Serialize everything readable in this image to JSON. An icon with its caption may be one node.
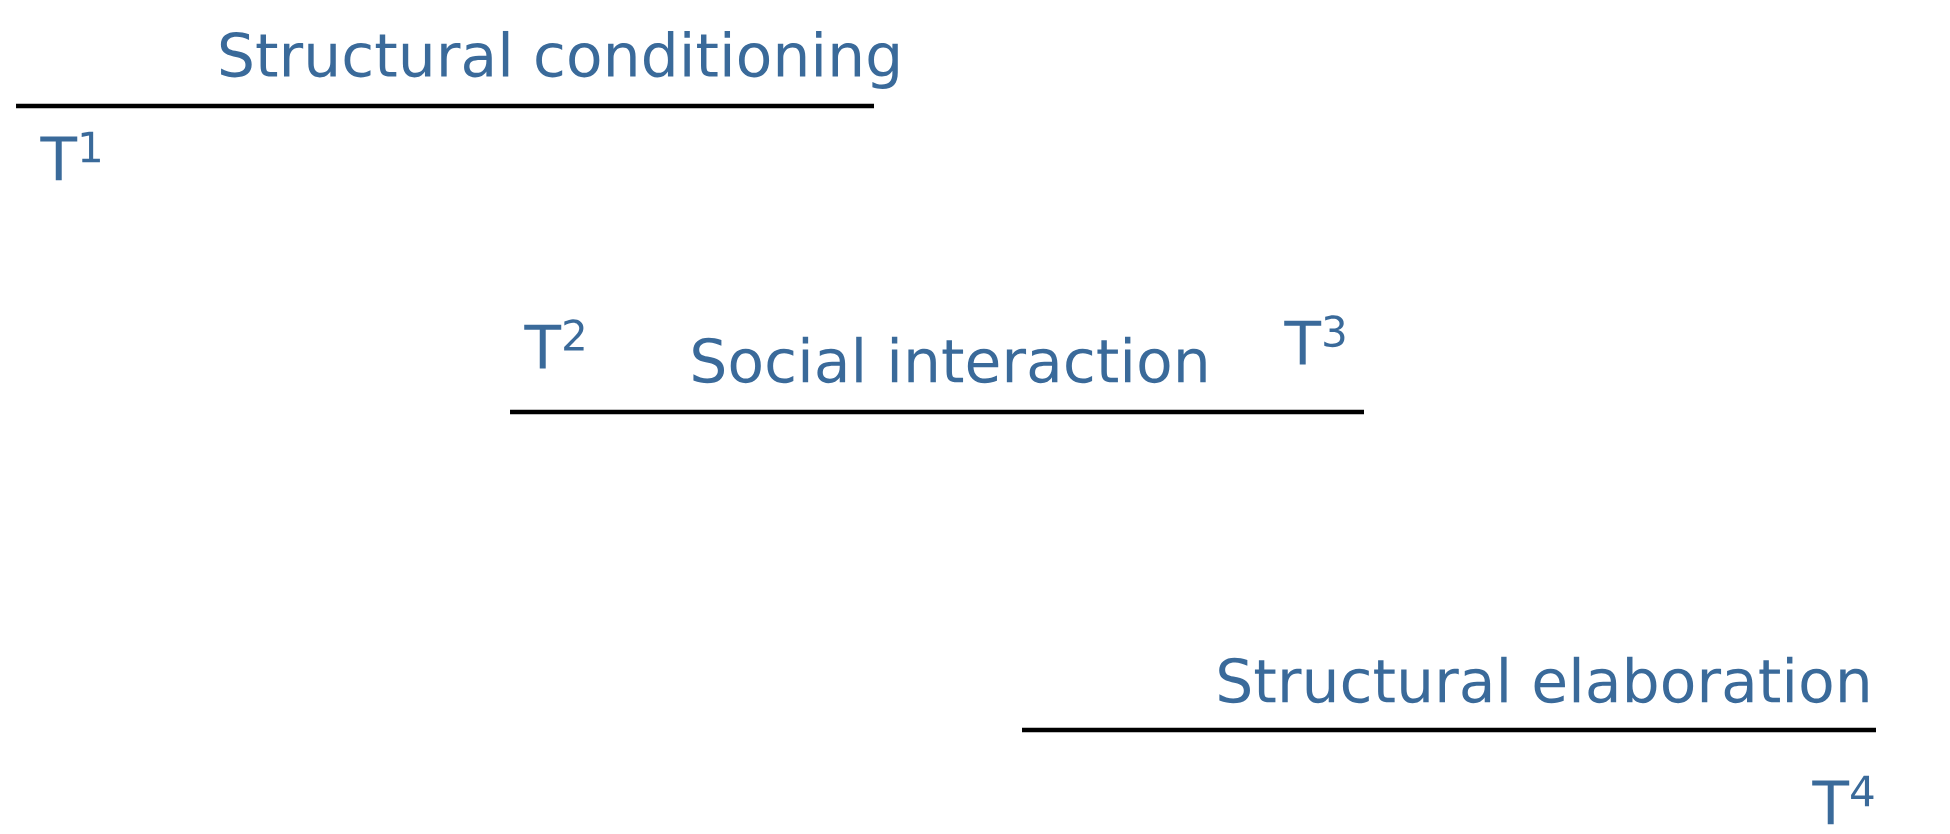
{
  "diagram": {
    "labels": [
      "Structural conditioning",
      "T$^{1}$",
      "T$^{2}$",
      "Social interaction",
      "T$^{3}$",
      "Structural elaboration",
      "T$^{4}$"
    ]
  }
}
